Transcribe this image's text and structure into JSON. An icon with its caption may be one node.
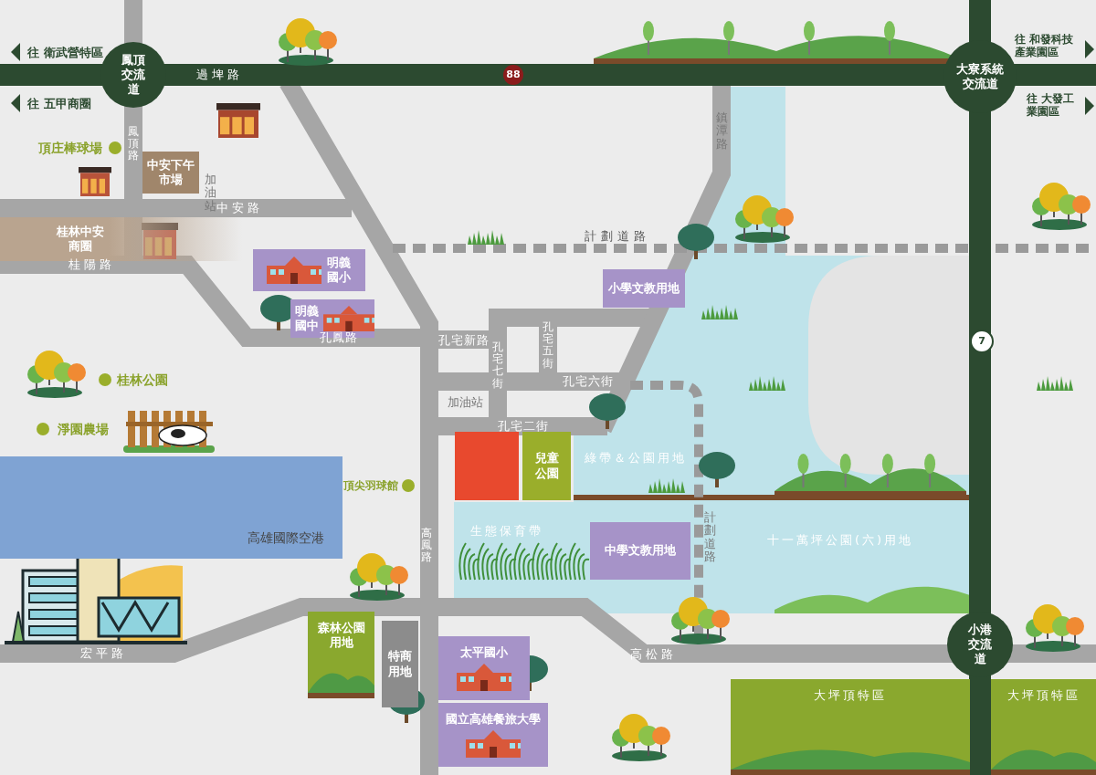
{
  "diagram": {
    "nodes": [
      {
        "text": [
          "鳳頂交流道"
        ]
      },
      {
        "text": [
          "大寮系統交流道"
        ]
      },
      {
        "text": [
          "中安下午市場"
        ]
      },
      {
        "text": [
          "桂林中安商圈"
        ]
      },
      {
        "text": [
          "明義國小"
        ]
      },
      {
        "text": [
          "明義國中"
        ]
      },
      {
        "text": [
          "小學文教用地"
        ]
      },
      {
        "text": [],
        "shape": "box"
      },
      {
        "text": [
          "兒童公園"
        ]
      },
      {
        "text": [
          "中學文教用地"
        ]
      },
      {
        "text": [
          "高雄國際空港"
        ]
      },
      {
        "text": [
          "森林公園用地"
        ]
      },
      {
        "text": [
          "特商用地"
        ]
      },
      {
        "text": [
          "太平國小"
        ]
      },
      {
        "text": [
          "國立高雄餐旅大學"
        ]
      },
      {
        "text": [
          "小港交流道"
        ]
      },
      {
        "text": [
          "大坪頂特區"
        ]
      },
      {
        "text": [
          "大坪頂特區"
        ]
      }
    ],
    "labels": [
      "往 衛武營特區",
      "往 五甲商圈",
      "過埤路",
      "往 和發科技產業園區",
      "往 大發工業園區",
      "88",
      "鳳頂路",
      "頂庄棒球場",
      "加油站",
      "中安路",
      "桂陽路",
      "鎮潭路",
      "計劃道路",
      "孔鳳路",
      "孔宅新路",
      "孔宅五街",
      "孔宅七街",
      "孔宅六街",
      "加油站",
      "孔宅二街",
      "7",
      "桂林公園",
      "淨園農場",
      "頂尖羽球館",
      "綠帶＆公園用地",
      "生態保育帶",
      "計劃道路",
      "十一萬坪公園(六)用地",
      "高鳳路",
      "宏平路",
      "高松路"
    ]
  }
}
